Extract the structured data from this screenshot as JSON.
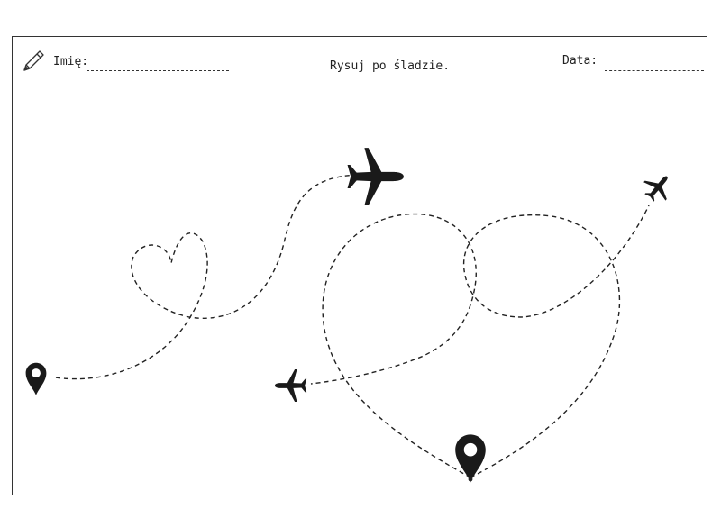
{
  "header": {
    "name_label": "Imię:",
    "title": "Rysuj po śladzie.",
    "date_label": "Data:"
  },
  "icons": [
    "pencil-icon",
    "location-pin-icon",
    "airplane-icon"
  ],
  "colors": {
    "ink": "#222222",
    "border": "#333333",
    "background": "#ffffff"
  }
}
